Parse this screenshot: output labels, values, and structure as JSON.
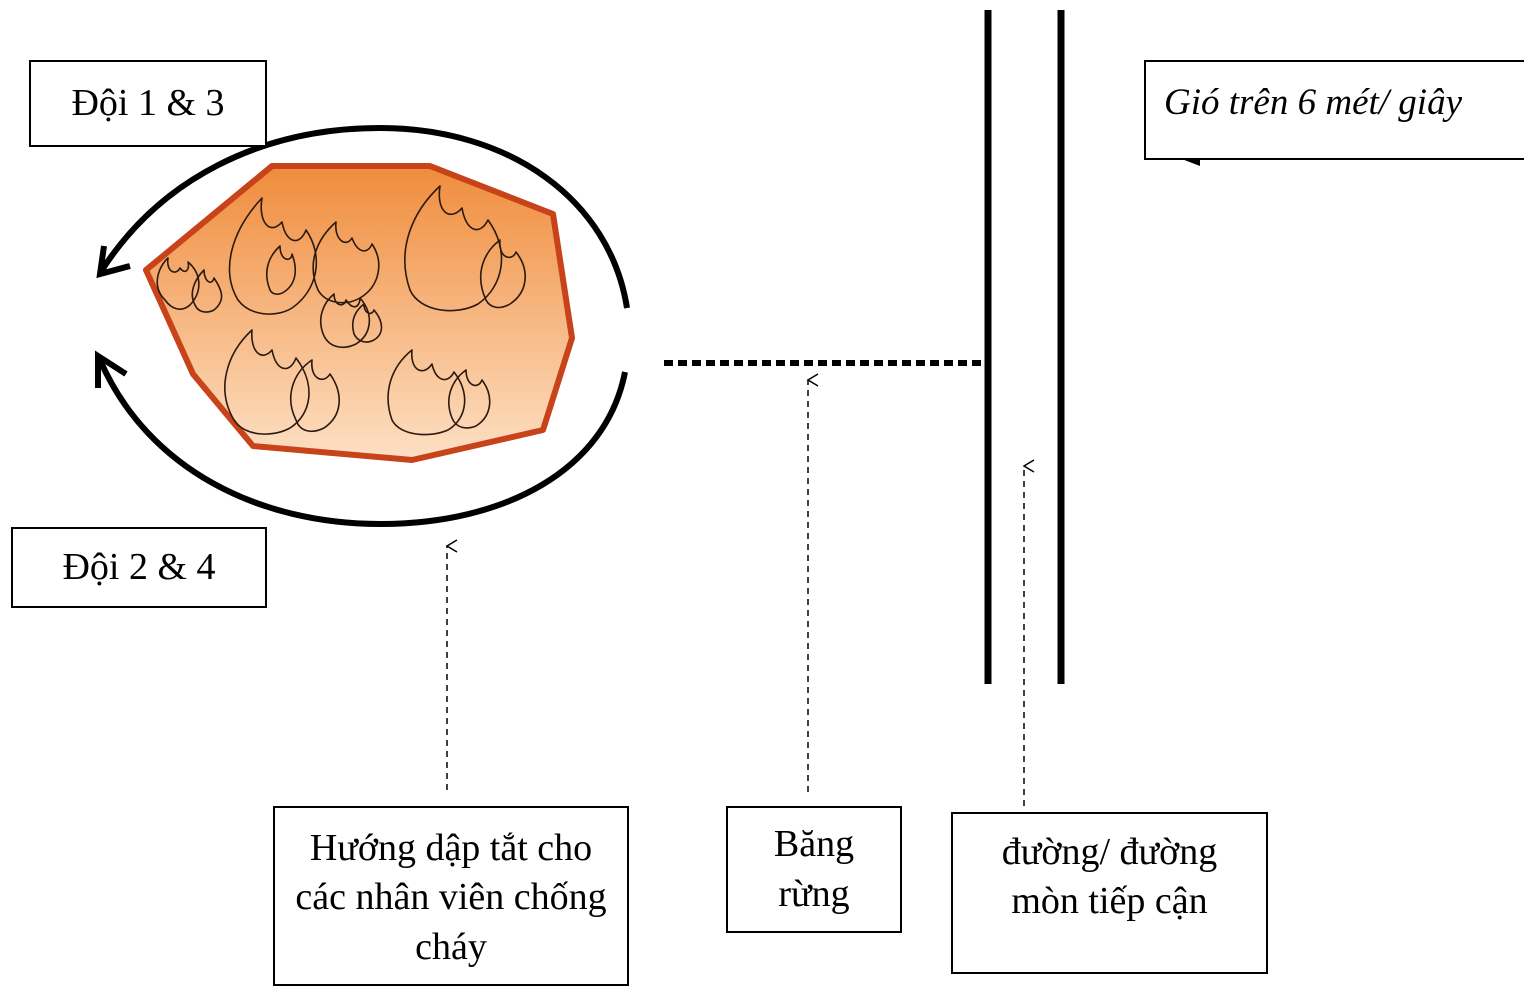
{
  "labels": {
    "team_1_3": "Đội 1 & 3",
    "team_2_4": "Đội 2 & 4",
    "suppression_direction": "Hướng dập tắt cho các nhân viên chống cháy",
    "firebreak": "Băng rừng",
    "access_road": "đường/ đường mòn tiếp cận",
    "wind": "Gió trên 6 mét/ giây"
  },
  "colors": {
    "fire_fill_top": "#f08c3c",
    "fire_fill_bottom": "#fde0c4",
    "fire_border": "#c8421a",
    "line": "#000000"
  },
  "icons": {
    "fire": "flame-icon"
  }
}
